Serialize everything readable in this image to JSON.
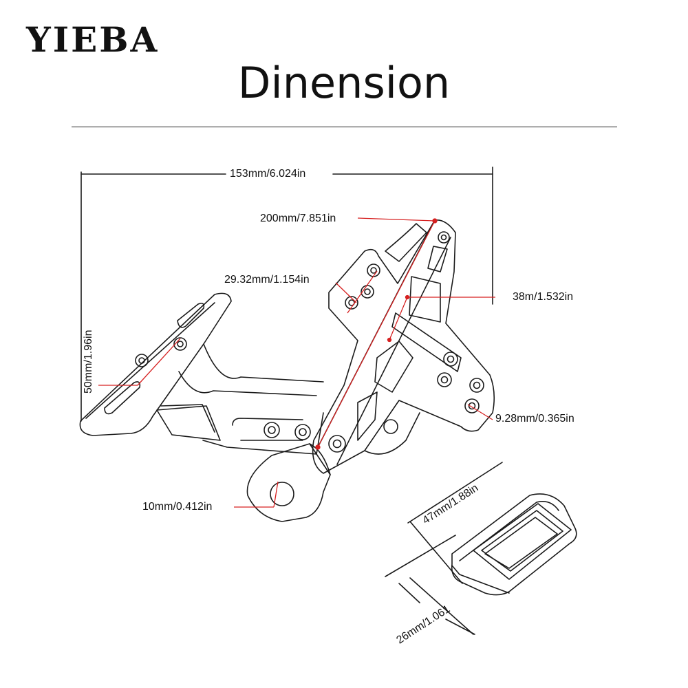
{
  "brand": "YIEBA",
  "title": "Dinension",
  "dimensions": {
    "overall_width": "153mm/6.024in",
    "diagonal_length": "200mm/7.851in",
    "hole_spacing": "29.32mm/1.154in",
    "slot_width": "38m/1.532in",
    "plate_height": "50mm/1.96in",
    "small_hole": "9.28mm/0.365in",
    "mount_hole": "10mm/0.412in",
    "clip_length": "47mm/1.88in",
    "clip_width": "26mm/1.061"
  },
  "colors": {
    "line": "#1a1a1a",
    "dimension_red": "#d62020",
    "background": "#ffffff"
  }
}
